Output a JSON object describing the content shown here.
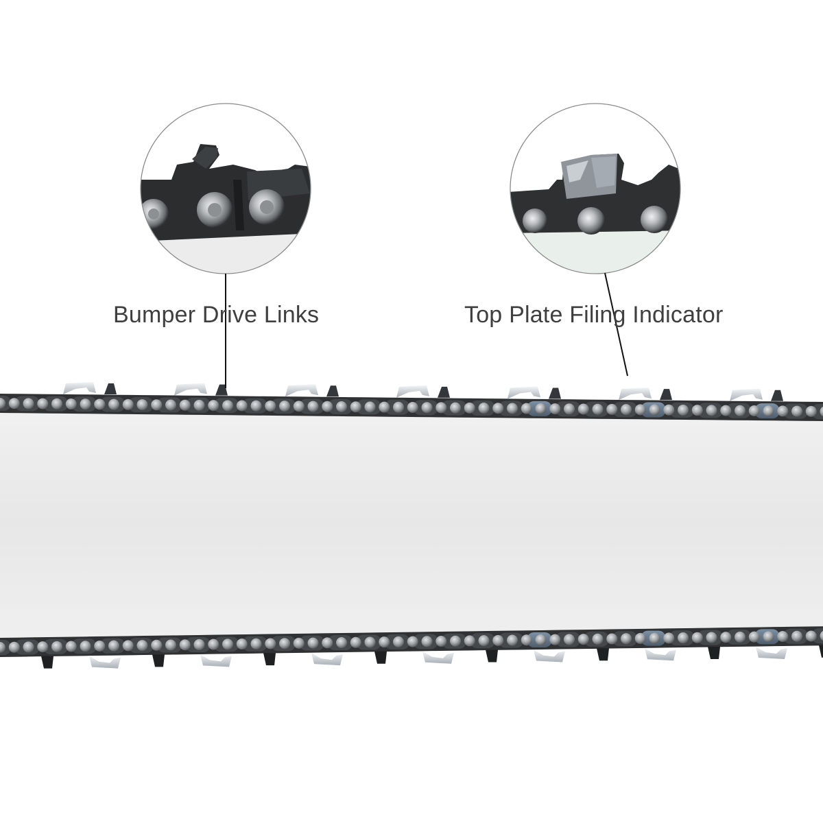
{
  "callouts": {
    "bumper": {
      "label": "Bumper Drive Links"
    },
    "filing": {
      "label": "Top Plate Filing Indicator"
    }
  },
  "colors": {
    "background": "#ffffff",
    "bar": "#e6e6e6",
    "chain_dark": "#2f3133",
    "chain_link": "#45484b",
    "rivet": "#a9acae",
    "cutter_silver": "#c7ccd2",
    "cutter_blue": "#6f8296",
    "label_text": "#3f3f3f",
    "circle_stroke": "#8a8a8a"
  },
  "icons": {
    "detail_left": "bumper-drive-link-closeup",
    "detail_right": "top-plate-filing-indicator-closeup"
  }
}
